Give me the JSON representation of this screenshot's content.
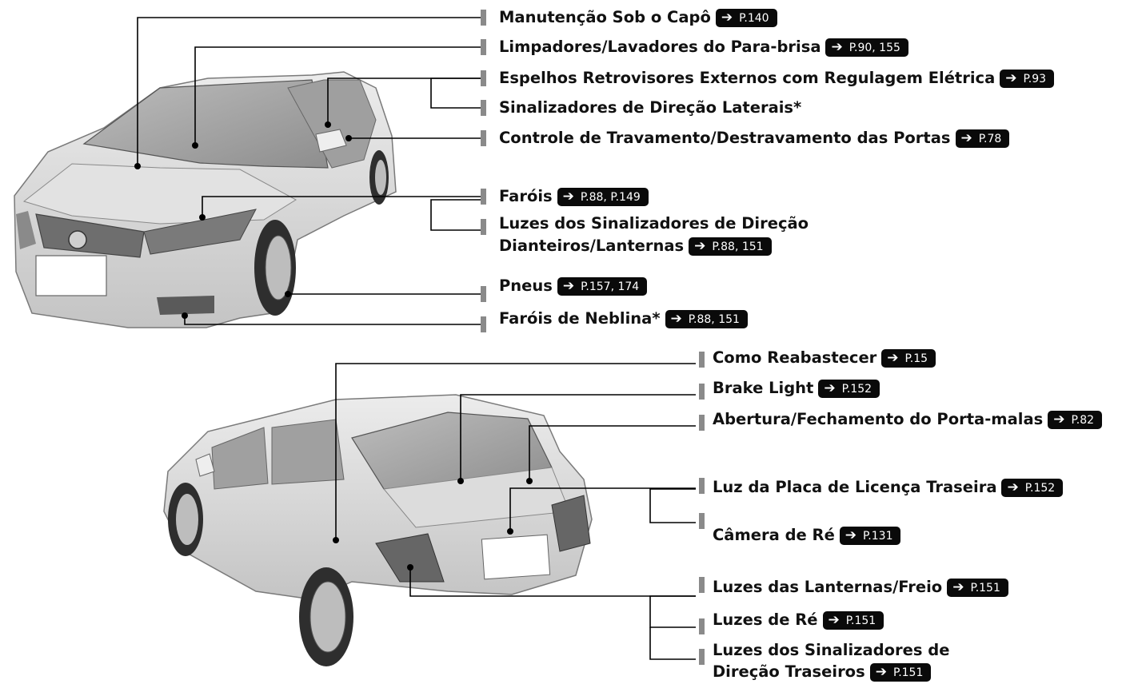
{
  "callouts": [
    {
      "label": "Manutenção Sob o Capô",
      "ref": "P.140"
    },
    {
      "label": "Limpadores/Lavadores do Para-brisa",
      "ref": "P.90, 155"
    },
    {
      "label": "Espelhos Retrovisores Externos com Regulagem Elétrica",
      "ref": "P.93"
    },
    {
      "label": "Sinalizadores de Direção Laterais*",
      "ref": ""
    },
    {
      "label": "Controle de Travamento/Destravamento das Portas",
      "ref": "P.78"
    },
    {
      "label": "Faróis",
      "ref": "P.88, P.149"
    },
    {
      "label": "Luzes dos Sinalizadores de Direção",
      "ref": ""
    },
    {
      "label": "Dianteiros/Lanternas",
      "ref": "P.88, 151"
    },
    {
      "label": "Pneus",
      "ref": "P.157, 174"
    },
    {
      "label": "Faróis de Neblina*",
      "ref": "P.88, 151"
    },
    {
      "label": "Como Reabastecer",
      "ref": "P.15"
    },
    {
      "label": "Brake Light",
      "ref": "P.152"
    },
    {
      "label": "Abertura/Fechamento do Porta-malas",
      "ref": "P.82"
    },
    {
      "label": "Luz da Placa de Licença Traseira",
      "ref": "P.152"
    },
    {
      "label": "Câmera de Ré",
      "ref": "P.131"
    },
    {
      "label": "Luzes das Lanternas/Freio",
      "ref": "P.151"
    },
    {
      "label": "Luzes de Ré",
      "ref": "P.151"
    },
    {
      "label": "Luzes dos Sinalizadores de",
      "ref": ""
    },
    {
      "label": "Direção Traseiros",
      "ref": "P.151"
    }
  ],
  "colors": {
    "ref_badge": "#0a0a0a",
    "tick": "#8a8a8a",
    "car_body": "#d9d9d9",
    "line": "#000000"
  },
  "icons": {
    "ref_arrow": "arrow-right-icon"
  }
}
